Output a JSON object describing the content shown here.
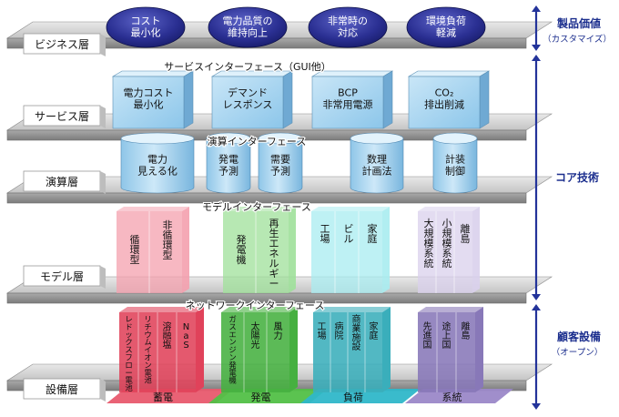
{
  "values": [
    {
      "label": "コスト\n最小化"
    },
    {
      "label": "電力品質の\n維持向上"
    },
    {
      "label": "非常時の\n対応"
    },
    {
      "label": "環境負荷\n軽減"
    }
  ],
  "layers": [
    {
      "label": "ビジネス層"
    },
    {
      "label": "サービス層"
    },
    {
      "label": "演算層"
    },
    {
      "label": "モデル層"
    },
    {
      "label": "設備層"
    }
  ],
  "interfaces": [
    {
      "label": "サービスインターフェース（GUI他）"
    },
    {
      "label": "演算インターフェース"
    },
    {
      "label": "モデルインターフェース"
    },
    {
      "label": "ネットワークインターフェース"
    }
  ],
  "services": [
    {
      "label": "電力コスト\n最小化"
    },
    {
      "label": "デマンド\nレスポンス"
    },
    {
      "label": "BCP\n非常用電源"
    },
    {
      "label": "CO₂\n排出削減"
    }
  ],
  "calcs": [
    {
      "label": "電力\n見える化"
    },
    {
      "label": "発電\n予測"
    },
    {
      "label": "需要\n予測"
    },
    {
      "label": "数理\n計画法"
    },
    {
      "label": "計装\n制御"
    }
  ],
  "models": [
    {
      "color": "#f4a0ae",
      "cols": [
        "循環型",
        "非循環型"
      ]
    },
    {
      "color": "#9fe09a",
      "cols": [
        "発電機",
        "再生エネルギー"
      ]
    },
    {
      "color": "#a8ecf0",
      "cols": [
        "工場",
        "ビル",
        "家庭"
      ]
    },
    {
      "color": "#d9d0ec",
      "cols": [
        "大規模系統",
        "小規模系統",
        "離島"
      ]
    }
  ],
  "equipment": [
    {
      "label": "蓄電",
      "color": "#e0425a",
      "floor": "#e85a6e",
      "cols": [
        "レドックスフロー電池",
        "リチウムイオン電池",
        "溶融塩",
        "NaS"
      ]
    },
    {
      "label": "発電",
      "color": "#46b040",
      "floor": "#52c047",
      "cols": [
        "ガスエンジン発電機",
        "太陽光",
        "風力"
      ]
    },
    {
      "label": "負荷",
      "color": "#3aaebb",
      "floor": "#2fb7c9",
      "cols": [
        "工場",
        "病院",
        "商業施設",
        "家庭"
      ]
    },
    {
      "label": "系統",
      "color": "#8878b8",
      "floor": "#9b88c8",
      "cols": [
        "先進国",
        "途上国",
        "離島"
      ]
    }
  ],
  "axis": {
    "top": {
      "label": "製品価値",
      "sub": "（カスタマイズ）"
    },
    "mid": {
      "label": "コア技術"
    },
    "bottom": {
      "label": "顧客設備",
      "sub": "（オープン）"
    }
  }
}
